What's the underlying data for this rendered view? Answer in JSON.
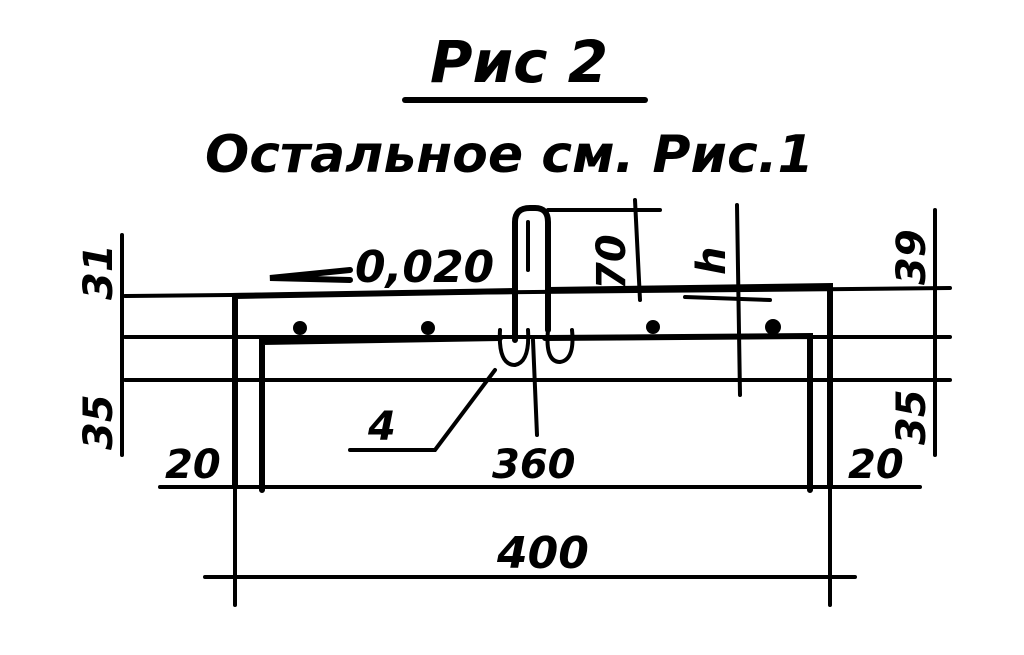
{
  "title": "Рис 2",
  "subtitle": "Остальное см. Рис.1",
  "slope": "0,020",
  "dims": {
    "left_top": "31",
    "left_bottom": "35",
    "right_top": "39",
    "right_bottom": "35",
    "stem": "70",
    "height": "h",
    "left_edge": "20",
    "inner": "360",
    "right_edge": "20",
    "total": "400"
  },
  "callout": "4"
}
